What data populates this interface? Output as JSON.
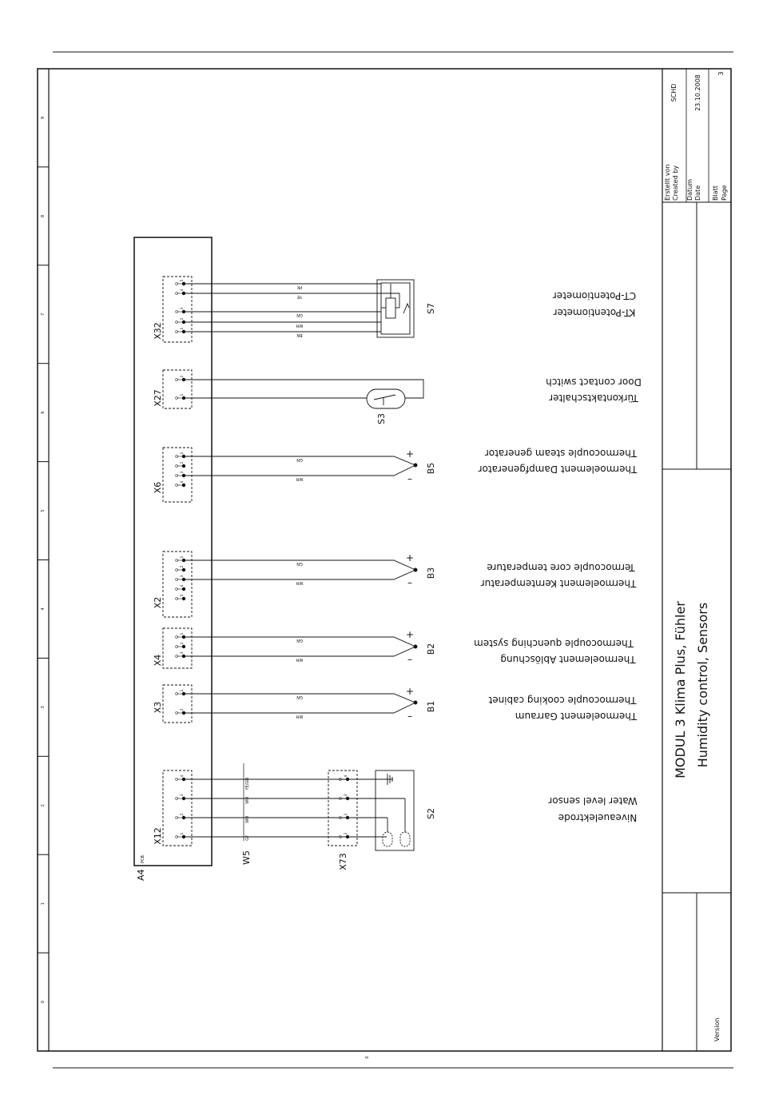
{
  "title_block": {
    "title_line1": "MODUL 3 Klima Plus, Fühler",
    "title_line2": "Humidity control, Sensors",
    "created_by_label_de": "Erstellt von",
    "created_by_label_en": "Created by",
    "created_by_value": "SCHD",
    "date_label_de": "Datum",
    "date_label_en": "Date",
    "date_value": "23.10.2008",
    "page_label_de": "Blatt",
    "page_label_en": "Page",
    "page_value": "3",
    "version_label": "Version"
  },
  "frame": {
    "columns": [
      "0",
      "1",
      "2",
      "3",
      "4",
      "5",
      "6",
      "7",
      "8",
      "9"
    ],
    "bottom_mark": "0"
  },
  "board": {
    "label": "A4",
    "sub": "PCB"
  },
  "connectors": [
    {
      "label": "X32",
      "pins": [
        "5",
        "4",
        "3",
        "2",
        "1"
      ]
    },
    {
      "label": "X27",
      "pins": [
        "2",
        "1"
      ]
    },
    {
      "label": "X6",
      "pins": [
        "1",
        "2",
        "3",
        "4"
      ]
    },
    {
      "label": "X2",
      "pins": [
        "1",
        "2",
        "3",
        "4",
        "5"
      ]
    },
    {
      "label": "X4",
      "pins": [
        "1",
        "2",
        "3"
      ]
    },
    {
      "label": "X3",
      "pins": [
        "1",
        "2"
      ]
    },
    {
      "label": "X12",
      "pins": [
        "4",
        "3",
        "2",
        "1"
      ]
    },
    {
      "label": "X73",
      "pins": [
        "4",
        "3",
        "1",
        "2"
      ]
    }
  ],
  "wires": {
    "x32": [
      "PK",
      "YE",
      "GN",
      "WH",
      "BN"
    ],
    "x6": [
      "GN",
      "WH"
    ],
    "x2": [
      "GN",
      "WH"
    ],
    "x4": [
      "GN",
      "WH"
    ],
    "x3": [
      "GN",
      "WH"
    ],
    "x12": [
      "YE/GN",
      "WH",
      "WH",
      "GY"
    ],
    "cable": "W5"
  },
  "components": {
    "s7": {
      "label": "S7",
      "desc_en": "CT-Potentiometer",
      "desc_de": "KT-Potentiometer"
    },
    "s3": {
      "label": "S3",
      "desc_en": "Door contact switch",
      "desc_de": "Türkontaktschalter"
    },
    "b5": {
      "label": "B5",
      "desc_en": "Thermocouple steam generator",
      "desc_de": "Thermoelement Dampfgenerator"
    },
    "b3": {
      "label": "B3",
      "desc_en": "Termocouple core temperature",
      "desc_de": "Thermoelement Kerntemperatur"
    },
    "b2": {
      "label": "B2",
      "desc_en": "Thermocouple  quenching system",
      "desc_de": "Thermoelement Ablöschung"
    },
    "b1": {
      "label": "B1",
      "desc_en": "Thermocouple cooking cabinet",
      "desc_de": "Thermoelement Garraum"
    },
    "s2": {
      "label": "S2",
      "desc_en": "Water level sensor",
      "desc_de": "Niveauelektrode"
    },
    "plus": "+",
    "minus": "–"
  }
}
